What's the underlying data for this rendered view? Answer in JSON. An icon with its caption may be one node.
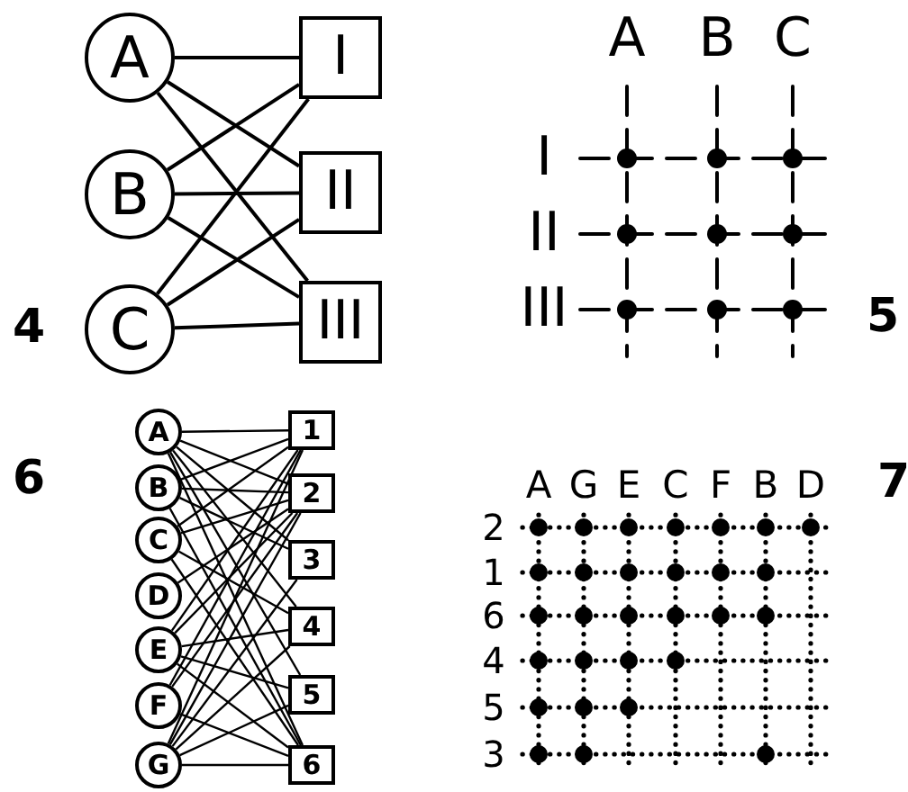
{
  "diagram": {
    "nodes": [
      {
        "text": [
          "A"
        ]
      },
      {
        "text": [
          "B"
        ]
      },
      {
        "text": [
          "C"
        ]
      },
      {
        "text": [
          "I"
        ]
      },
      {
        "text": [
          "II"
        ]
      },
      {
        "text": [
          "III"
        ]
      },
      {
        "text": [
          "A"
        ]
      },
      {
        "text": [
          "B"
        ]
      },
      {
        "text": [
          "C"
        ]
      },
      {
        "text": [
          "D"
        ]
      },
      {
        "text": [
          "E"
        ]
      },
      {
        "text": [
          "F"
        ]
      },
      {
        "text": [
          "G"
        ]
      },
      {
        "text": [
          "1"
        ]
      },
      {
        "text": [
          "2"
        ]
      },
      {
        "text": [
          "3"
        ]
      },
      {
        "text": [
          "4"
        ]
      },
      {
        "text": [
          "5"
        ]
      },
      {
        "text": [
          "6"
        ]
      }
    ],
    "edges": [
      {
        "from": 0,
        "to": 3,
        "arrow": "none"
      },
      {
        "from": 0,
        "to": 4,
        "arrow": "none"
      },
      {
        "from": 0,
        "to": 5,
        "arrow": "none"
      },
      {
        "from": 1,
        "to": 3,
        "arrow": "none"
      },
      {
        "from": 1,
        "to": 4,
        "arrow": "none"
      },
      {
        "from": 1,
        "to": 5,
        "arrow": "none"
      },
      {
        "from": 2,
        "to": 3,
        "arrow": "none"
      },
      {
        "from": 2,
        "to": 4,
        "arrow": "none"
      },
      {
        "from": 2,
        "to": 5,
        "arrow": "none"
      },
      {
        "from": 6,
        "to": 13,
        "arrow": "none"
      },
      {
        "from": 6,
        "to": 14,
        "arrow": "none"
      },
      {
        "from": 6,
        "to": 15,
        "arrow": "none"
      },
      {
        "from": 6,
        "to": 16,
        "arrow": "none"
      },
      {
        "from": 6,
        "to": 17,
        "arrow": "none"
      },
      {
        "from": 6,
        "to": 18,
        "arrow": "none"
      },
      {
        "from": 7,
        "to": 13,
        "arrow": "none"
      },
      {
        "from": 7,
        "to": 14,
        "arrow": "none"
      },
      {
        "from": 7,
        "to": 15,
        "arrow": "none"
      },
      {
        "from": 7,
        "to": 18,
        "arrow": "none"
      },
      {
        "from": 8,
        "to": 13,
        "arrow": "none"
      },
      {
        "from": 8,
        "to": 14,
        "arrow": "none"
      },
      {
        "from": 8,
        "to": 16,
        "arrow": "none"
      },
      {
        "from": 8,
        "to": 18,
        "arrow": "none"
      },
      {
        "from": 9,
        "to": 14,
        "arrow": "none"
      },
      {
        "from": 10,
        "to": 13,
        "arrow": "none"
      },
      {
        "from": 10,
        "to": 14,
        "arrow": "none"
      },
      {
        "from": 10,
        "to": 16,
        "arrow": "none"
      },
      {
        "from": 10,
        "to": 17,
        "arrow": "none"
      },
      {
        "from": 10,
        "to": 18,
        "arrow": "none"
      },
      {
        "from": 11,
        "to": 13,
        "arrow": "none"
      },
      {
        "from": 11,
        "to": 14,
        "arrow": "none"
      },
      {
        "from": 11,
        "to": 18,
        "arrow": "none"
      },
      {
        "from": 12,
        "to": 13,
        "arrow": "none"
      },
      {
        "from": 12,
        "to": 14,
        "arrow": "none"
      },
      {
        "from": 12,
        "to": 15,
        "arrow": "none"
      },
      {
        "from": 12,
        "to": 16,
        "arrow": "none"
      },
      {
        "from": 12,
        "to": 17,
        "arrow": "none"
      },
      {
        "from": 12,
        "to": 18,
        "arrow": "none"
      }
    ],
    "labels": [
      "A",
      "B",
      "C",
      "I",
      "II",
      "III",
      "4",
      "5",
      "6",
      "A",
      "G",
      "E",
      "C",
      "F",
      "B",
      "D",
      "7",
      "2",
      "1",
      "6",
      "4",
      "5",
      "3"
    ]
  }
}
